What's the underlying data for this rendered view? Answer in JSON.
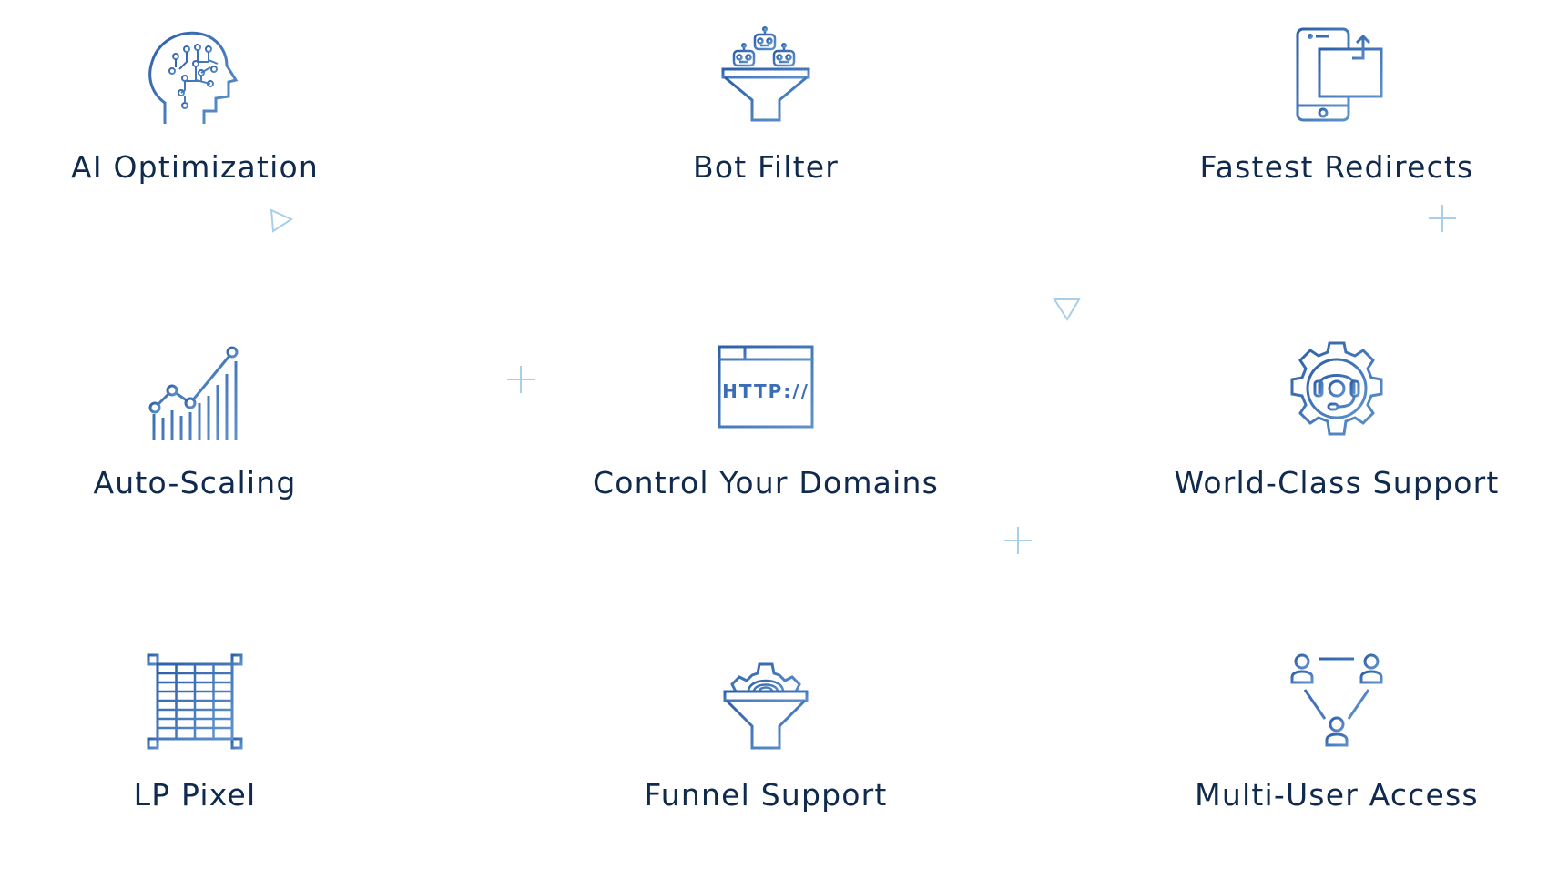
{
  "accent_color": "#3a6fb5",
  "text_color": "#0f2a4d",
  "decoration_color": "#a9cfe8",
  "features": [
    {
      "label": "AI Optimization",
      "icon": "brain-circuit-head-icon"
    },
    {
      "label": "Bot Filter",
      "icon": "robot-funnel-icon"
    },
    {
      "label": "Fastest Redirects",
      "icon": "phone-redirect-icon"
    },
    {
      "label": "Auto-Scaling",
      "icon": "growth-chart-icon"
    },
    {
      "label": "Control Your Domains",
      "icon": "http-browser-icon",
      "icon_text": "HTTP://"
    },
    {
      "label": "World-Class Support",
      "icon": "gear-headset-icon"
    },
    {
      "label": "LP Pixel",
      "icon": "pixel-grid-icon"
    },
    {
      "label": "Funnel Support",
      "icon": "gear-funnel-icon"
    },
    {
      "label": "Multi-User Access",
      "icon": "user-network-icon"
    }
  ]
}
